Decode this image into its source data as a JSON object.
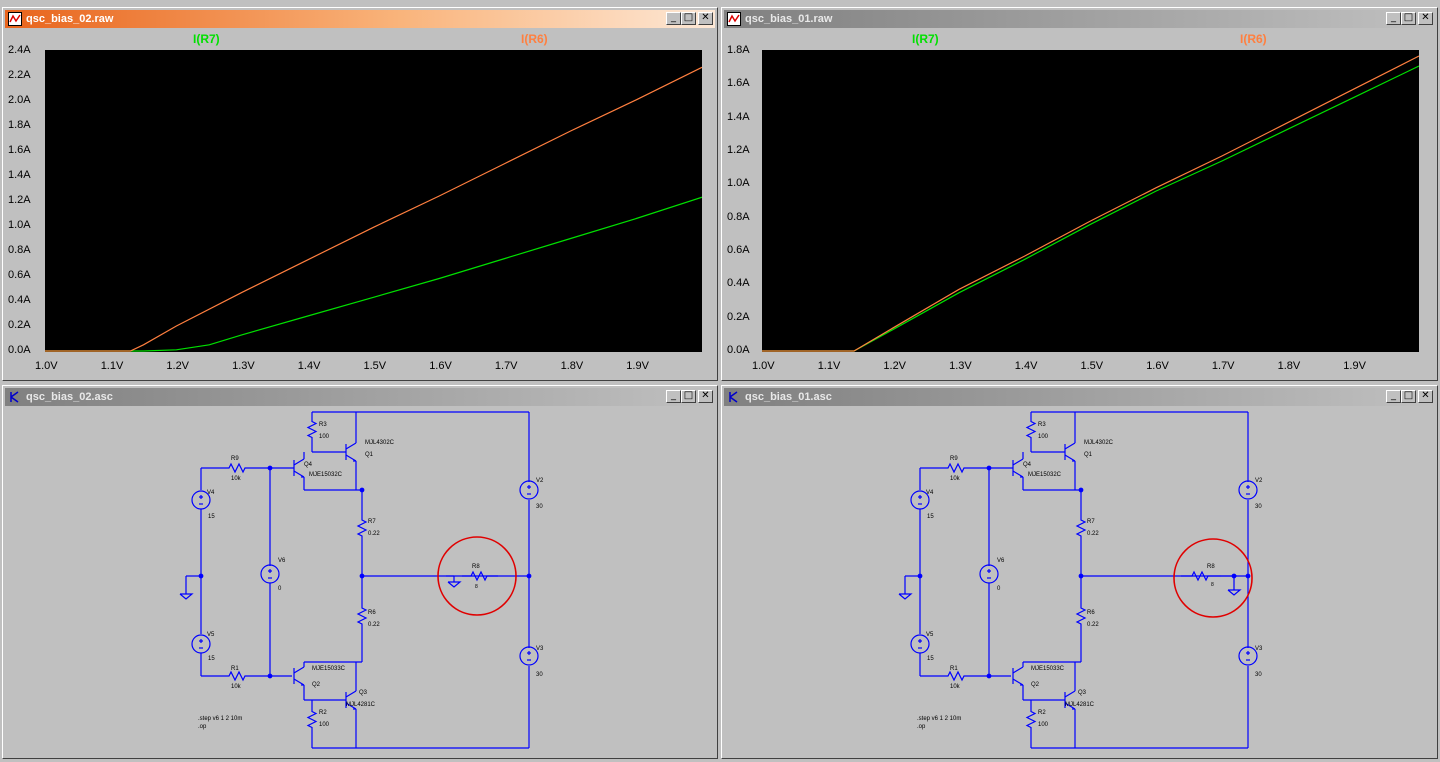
{
  "colors": {
    "trace_r7": "#00e000",
    "trace_r6": "#ff7f3f",
    "wire": "#0000ff",
    "highlight": "#e00000"
  },
  "windows": [
    {
      "id": "plot2",
      "title": "qsc_bias_02.raw",
      "icon": "waveform-icon",
      "active": true
    },
    {
      "id": "plot1",
      "title": "qsc_bias_01.raw",
      "icon": "waveform-icon",
      "active": false
    },
    {
      "id": "sch2",
      "title": "qsc_bias_02.asc",
      "icon": "schematic-icon",
      "active": false
    },
    {
      "id": "sch1",
      "title": "qsc_bias_01.asc",
      "icon": "schematic-icon",
      "active": false
    }
  ],
  "window_buttons": {
    "minimize": "_",
    "maximize": "□",
    "close": "✕"
  },
  "plot_labels": {
    "r7": "I(R7)",
    "r6": "I(R6)"
  },
  "chart_data": [
    {
      "type": "line",
      "title": "qsc_bias_02.raw",
      "x_ticks": [
        "1.0V",
        "1.1V",
        "1.2V",
        "1.3V",
        "1.4V",
        "1.5V",
        "1.6V",
        "1.7V",
        "1.8V",
        "1.9V"
      ],
      "y_ticks": [
        "0.0A",
        "0.2A",
        "0.4A",
        "0.6A",
        "0.8A",
        "1.0A",
        "1.2A",
        "1.4A",
        "1.6A",
        "1.8A",
        "2.0A",
        "2.2A",
        "2.4A"
      ],
      "xlim": [
        1.0,
        2.0
      ],
      "ylim": [
        0,
        2.4
      ],
      "series": [
        {
          "name": "I(R7)",
          "color": "#00e000",
          "x": [
            1.0,
            1.1,
            1.15,
            1.2,
            1.25,
            1.3,
            1.4,
            1.5,
            1.6,
            1.7,
            1.8,
            1.9,
            2.0
          ],
          "y": [
            0,
            0,
            0,
            0.01,
            0.05,
            0.13,
            0.28,
            0.43,
            0.58,
            0.74,
            0.9,
            1.06,
            1.23
          ]
        },
        {
          "name": "I(R6)",
          "color": "#ff7f3f",
          "x": [
            1.0,
            1.1,
            1.13,
            1.15,
            1.2,
            1.3,
            1.4,
            1.5,
            1.6,
            1.7,
            1.8,
            1.9,
            2.0
          ],
          "y": [
            0,
            0,
            0,
            0.05,
            0.2,
            0.47,
            0.73,
            0.99,
            1.24,
            1.5,
            1.76,
            2.01,
            2.27
          ]
        }
      ]
    },
    {
      "type": "line",
      "title": "qsc_bias_01.raw",
      "x_ticks": [
        "1.0V",
        "1.1V",
        "1.2V",
        "1.3V",
        "1.4V",
        "1.5V",
        "1.6V",
        "1.7V",
        "1.8V",
        "1.9V"
      ],
      "y_ticks": [
        "0.0A",
        "0.2A",
        "0.4A",
        "0.6A",
        "0.8A",
        "1.0A",
        "1.2A",
        "1.4A",
        "1.6A",
        "1.8A"
      ],
      "xlim": [
        1.0,
        2.0
      ],
      "ylim": [
        0,
        1.8
      ],
      "series": [
        {
          "name": "I(R7)",
          "color": "#00e000",
          "x": [
            1.0,
            1.1,
            1.14,
            1.2,
            1.3,
            1.4,
            1.5,
            1.6,
            1.7,
            1.8,
            1.9,
            2.0
          ],
          "y": [
            0,
            0,
            0,
            0.13,
            0.35,
            0.55,
            0.76,
            0.96,
            1.14,
            1.33,
            1.52,
            1.71
          ]
        },
        {
          "name": "I(R6)",
          "color": "#ff7f3f",
          "x": [
            1.0,
            1.1,
            1.14,
            1.2,
            1.3,
            1.4,
            1.5,
            1.6,
            1.7,
            1.8,
            1.9,
            2.0
          ],
          "y": [
            0,
            0,
            0,
            0.14,
            0.37,
            0.57,
            0.78,
            0.98,
            1.17,
            1.37,
            1.57,
            1.77
          ]
        }
      ]
    }
  ],
  "schematic": {
    "labels": {
      "R3": "R3",
      "R3v": "100",
      "Q1_type": "MJL4302C",
      "Q1": "Q1",
      "Q4": "Q4",
      "Q4_type": "MJE15032C",
      "R9": "R9",
      "R9v": "10k",
      "V4": "V4",
      "V4v": "15",
      "V6": "V6",
      "V6v": "0",
      "R7": "R7",
      "R7v": "0.22",
      "R8": "R8",
      "R8v": "8",
      "V2": "V2",
      "V2v": "30",
      "R6": "R6",
      "R6v": "0.22",
      "V5": "V5",
      "V5v": "15",
      "R1": "R1",
      "R1v": "10k",
      "Q2_type": "MJE15033C",
      "Q2": "Q2",
      "Q3": "Q3",
      "Q3_type": "MJL4281C",
      "R2": "R2",
      "R2v": "100",
      "V3": "V3",
      "V3v": "30",
      "cmd1": ".step v6 1 2 10m",
      "cmd2": ".op"
    }
  }
}
